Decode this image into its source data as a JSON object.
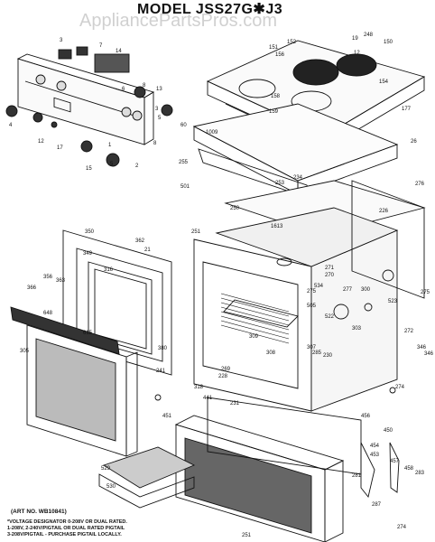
{
  "header": {
    "title": "MODEL JSS27G✱J3",
    "watermark": "AppliancePartsPros.com"
  },
  "footer": {
    "art_number": "(ART NO. WB10841)",
    "voltage_note": [
      "*VOLTAGE DESIGNATOR 0-208V OR DUAL RATED.",
      "1-208V, 2-240V/PIGTAIL OR DUAL RATED PIGTAIL",
      "3-208V/PIGTAIL - PURCHASE PIGTAIL LOCALLY."
    ]
  },
  "part_labels": [
    "3",
    "14",
    "7",
    "6",
    "8",
    "13",
    "2",
    "5",
    "60",
    "4",
    "12",
    "17",
    "15",
    "1",
    "152",
    "151",
    "156",
    "150",
    "154",
    "158",
    "159",
    "19",
    "248",
    "12",
    "177",
    "26",
    "1009",
    "255",
    "501",
    "253",
    "234",
    "276",
    "250",
    "226",
    "251",
    "1613",
    "362",
    "21",
    "349",
    "350",
    "356",
    "366",
    "363",
    "648",
    "615",
    "305",
    "380",
    "346",
    "316",
    "271",
    "270",
    "277",
    "275",
    "534",
    "505",
    "522",
    "303",
    "300",
    "523",
    "275",
    "272",
    "346",
    "308",
    "241",
    "230",
    "285",
    "307",
    "309",
    "269",
    "228",
    "318",
    "441",
    "451",
    "456",
    "450",
    "454",
    "453",
    "457",
    "458",
    "251",
    "281",
    "283",
    "287",
    "274",
    "529",
    "530",
    "231",
    "274",
    "5",
    "8",
    "3"
  ]
}
